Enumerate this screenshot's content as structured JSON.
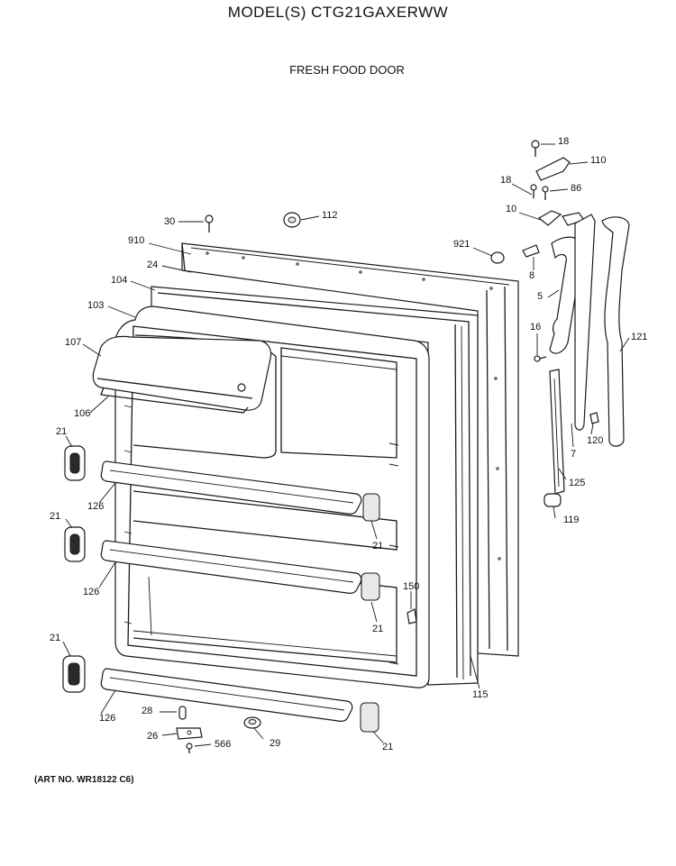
{
  "header": {
    "title": "MODEL(S) CTG21GAXERWW",
    "subtitle": "FRESH FOOD DOOR"
  },
  "footer": {
    "art_number": "(ART NO. WR18122 C6)"
  },
  "callouts": [
    {
      "id": "c18a",
      "label": "18"
    },
    {
      "id": "c110",
      "label": "110"
    },
    {
      "id": "c18b",
      "label": "18"
    },
    {
      "id": "c86",
      "label": "86"
    },
    {
      "id": "c10",
      "label": "10"
    },
    {
      "id": "c30",
      "label": "30"
    },
    {
      "id": "c112",
      "label": "112"
    },
    {
      "id": "c910",
      "label": "910"
    },
    {
      "id": "c921",
      "label": "921"
    },
    {
      "id": "c24",
      "label": "24"
    },
    {
      "id": "c8",
      "label": "8"
    },
    {
      "id": "c104",
      "label": "104"
    },
    {
      "id": "c5",
      "label": "5"
    },
    {
      "id": "c103",
      "label": "103"
    },
    {
      "id": "c16",
      "label": "16"
    },
    {
      "id": "c121",
      "label": "121"
    },
    {
      "id": "c107",
      "label": "107"
    },
    {
      "id": "c106",
      "label": "106"
    },
    {
      "id": "c120",
      "label": "120"
    },
    {
      "id": "c7",
      "label": "7"
    },
    {
      "id": "c21a",
      "label": "21"
    },
    {
      "id": "c125",
      "label": "125"
    },
    {
      "id": "c126a",
      "label": "126"
    },
    {
      "id": "c119",
      "label": "119"
    },
    {
      "id": "c21b",
      "label": "21"
    },
    {
      "id": "c21c",
      "label": "21"
    },
    {
      "id": "c126b",
      "label": "126"
    },
    {
      "id": "c150",
      "label": "150"
    },
    {
      "id": "c21d",
      "label": "21"
    },
    {
      "id": "c21e",
      "label": "21"
    },
    {
      "id": "c115",
      "label": "115"
    },
    {
      "id": "c126c",
      "label": "126"
    },
    {
      "id": "c28",
      "label": "28"
    },
    {
      "id": "c26",
      "label": "26"
    },
    {
      "id": "c29",
      "label": "29"
    },
    {
      "id": "c566",
      "label": "566"
    },
    {
      "id": "c21f",
      "label": "21"
    }
  ]
}
